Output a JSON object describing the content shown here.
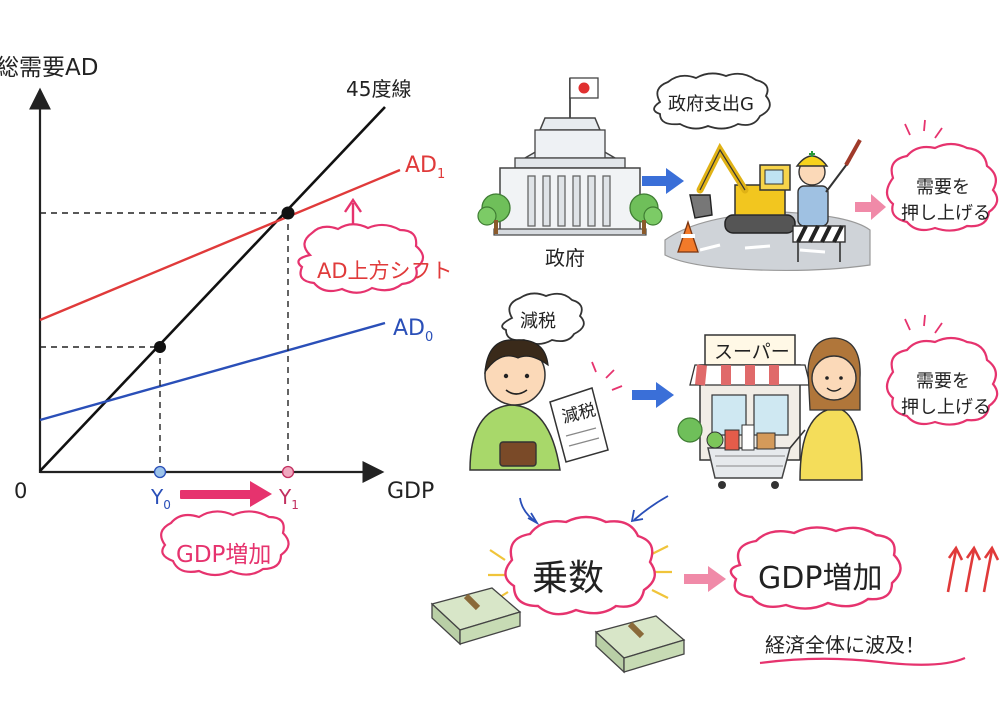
{
  "graph": {
    "y_axis_label": "総需要AD",
    "x_axis_label": "GDP",
    "origin_label": "0",
    "line_45_label": "45度線",
    "ad1_label": "AD",
    "ad1_sub": "1",
    "ad0_label": "AD",
    "ad0_sub": "0",
    "y0_label": "Y",
    "y0_sub": "0",
    "y1_label": "Y",
    "y1_sub": "1",
    "shift_label": "AD上方シフト",
    "gdp_increase_label": "GDP増加"
  },
  "illustration": {
    "government_label": "政府",
    "gov_spending_bubble": "政府支出G",
    "tax_cut_bubble": "減税",
    "tax_cut_paper": "減税",
    "store_sign": "スーパー",
    "demand_push_line1": "需要を",
    "demand_push_line2": "押し上げる",
    "multiplier_label": "乗数",
    "gdp_increase_cloud": "GDP増加",
    "ripple_text": "経済全体に波及！"
  },
  "colors": {
    "ad1_red": "#e03a3a",
    "ad0_blue": "#2a4fb8",
    "pink_accent": "#e6336e",
    "arrow_blue": "#3a6fd8",
    "y0_dot": "#9cc3ea",
    "y1_dot": "#f0a9c0"
  }
}
